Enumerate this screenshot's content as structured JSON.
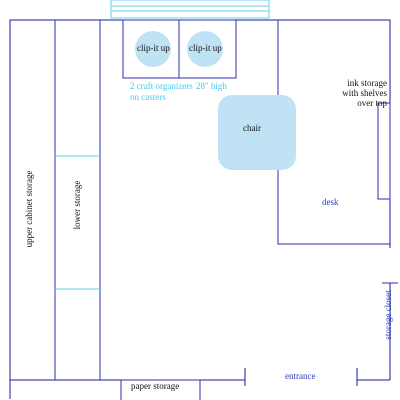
{
  "plan": {
    "labels": {
      "clip_left": "clip-it up",
      "clip_right": "clip-it up",
      "organizers_line1": "2 craft organizers",
      "organizers_line2": "on casters",
      "height_note": "28\" high",
      "chair": "chair",
      "ink_line1": "ink storage",
      "ink_line2": "with shelves",
      "ink_line3": "over top",
      "desk": "desk",
      "upper_cabinet": "upper cabinet storage",
      "lower_storage": "lower storage",
      "storage_closet": "storage closet",
      "entrance": "entrance",
      "paper_storage": "paper storage"
    },
    "colors": {
      "wall": "#1a1aa0",
      "window": "#66d2ee",
      "fixture_fill": "#bfe3f4"
    }
  }
}
